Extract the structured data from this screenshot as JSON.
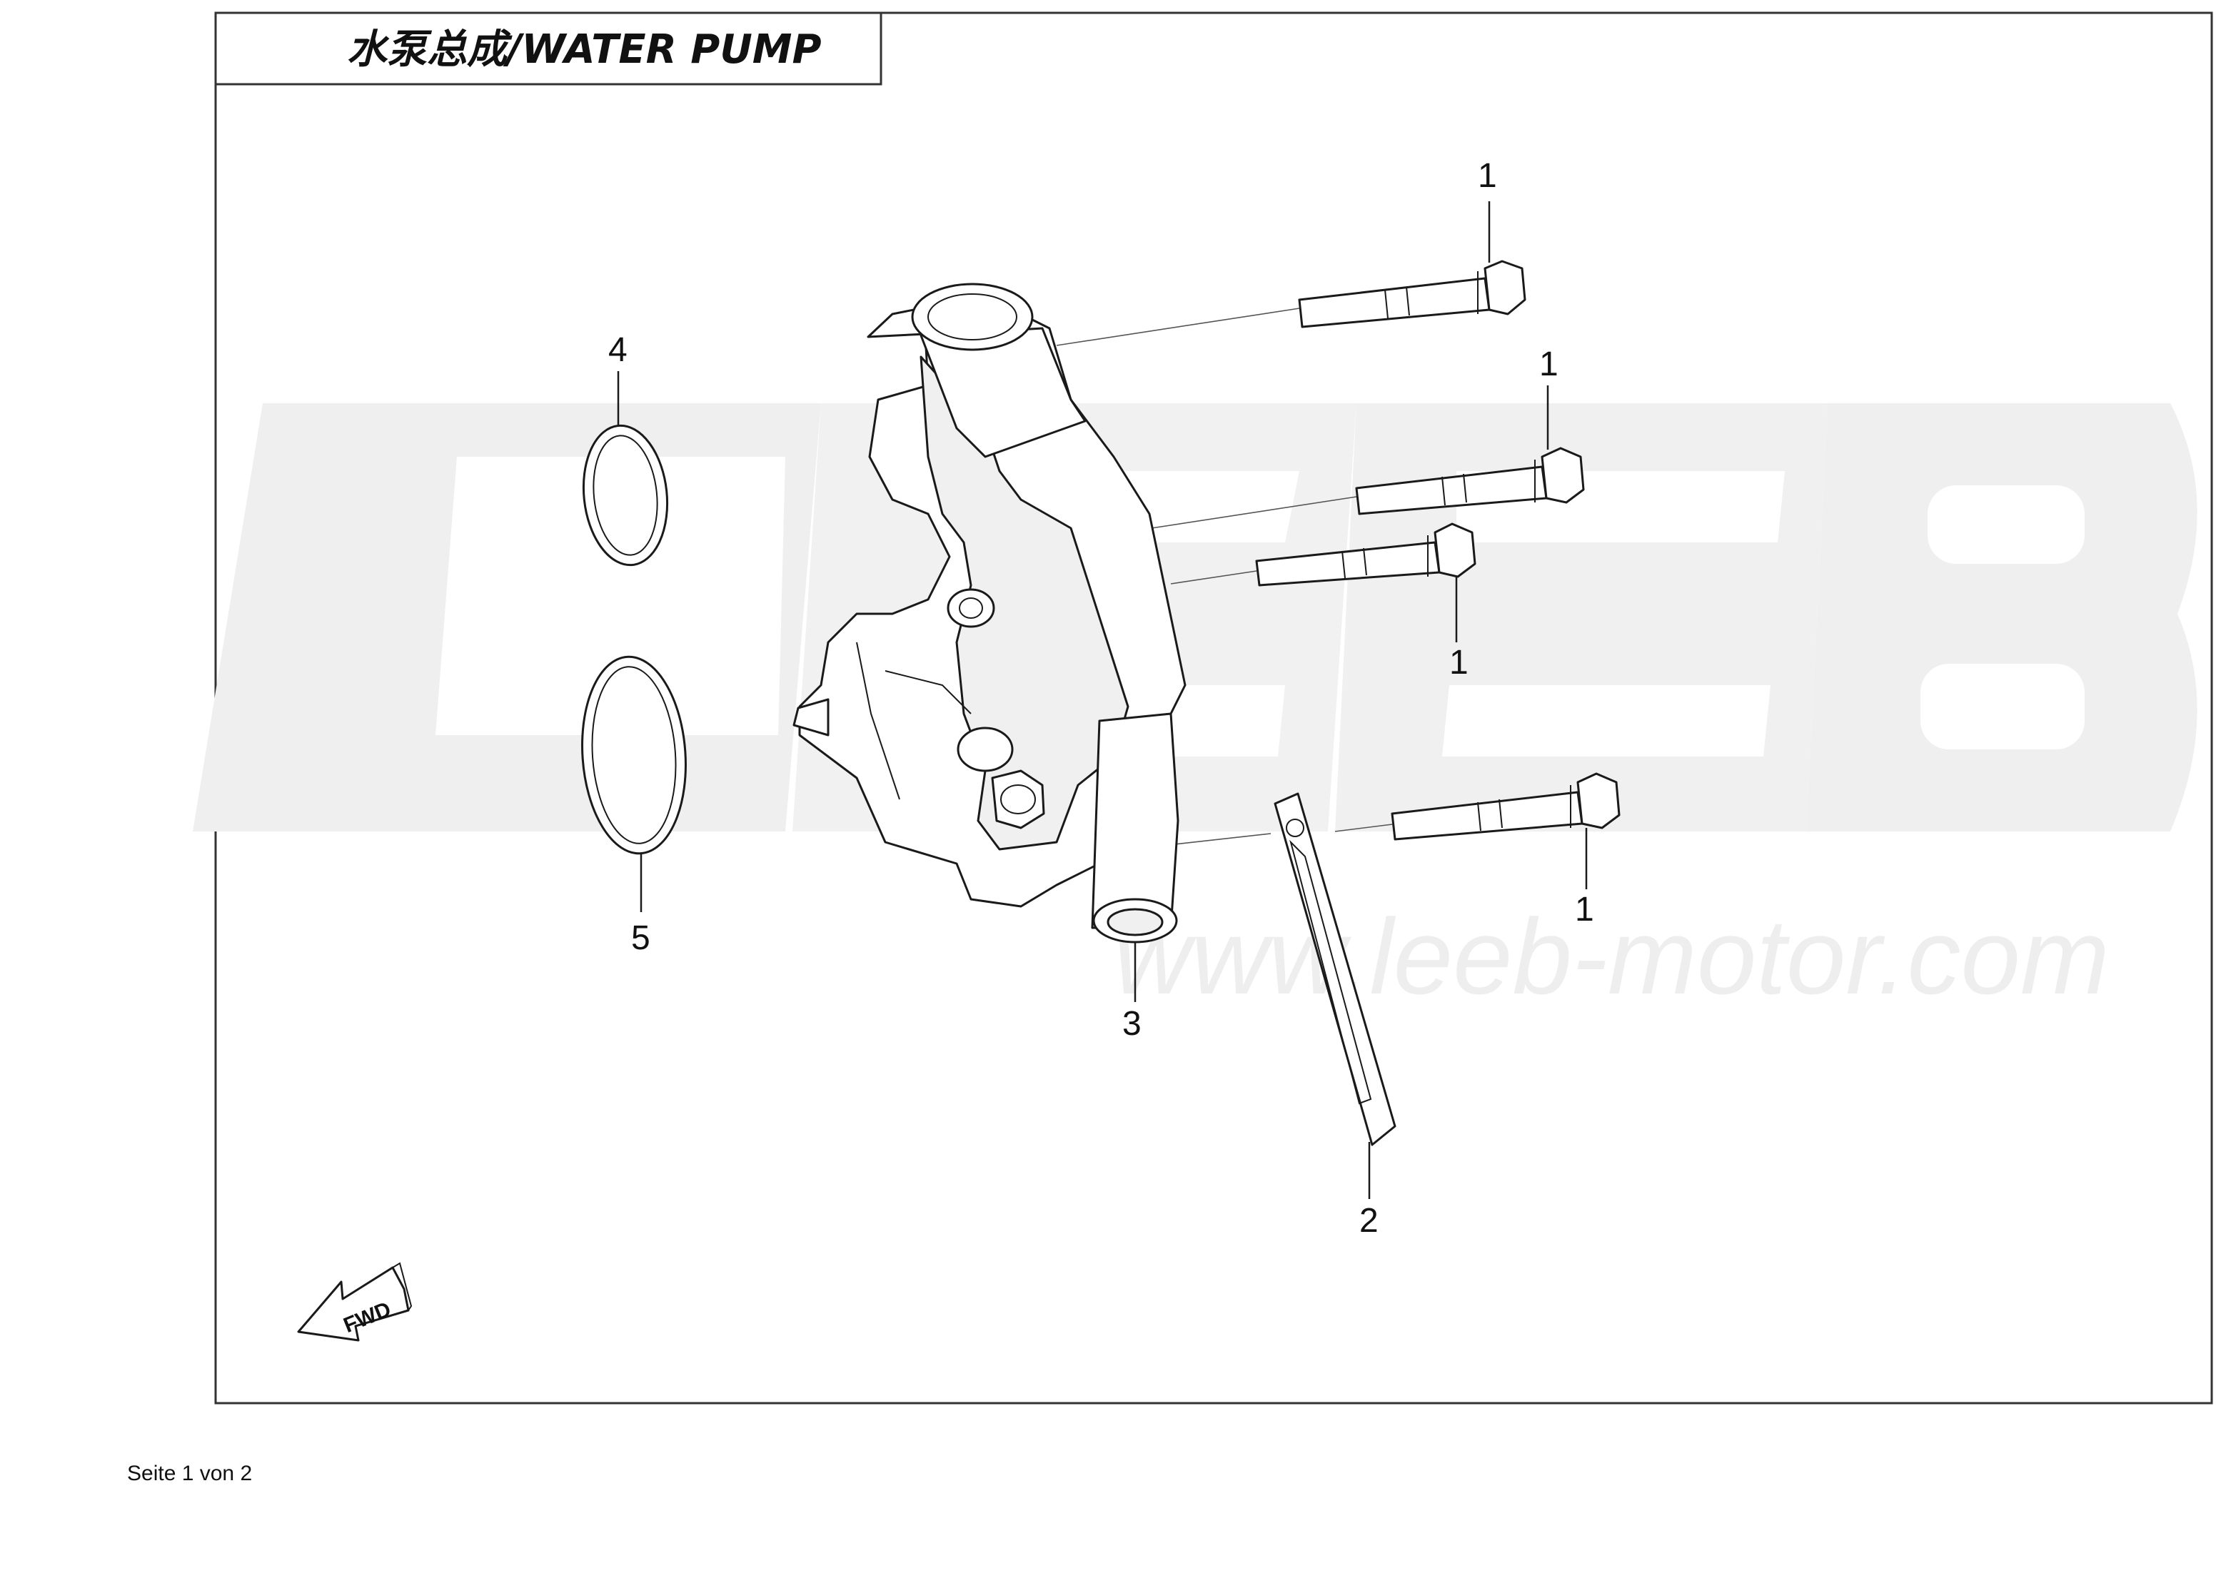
{
  "title": "水泵总成/WATER PUMP",
  "watermark": {
    "brand": "LEEB",
    "url": "www.leeb-motor.com",
    "color": "#e6e6e6"
  },
  "callouts": [
    {
      "id": "bolt-top",
      "label": "1"
    },
    {
      "id": "bolt-second",
      "label": "1"
    },
    {
      "id": "bolt-third",
      "label": "1"
    },
    {
      "id": "bolt-bottom",
      "label": "1"
    },
    {
      "id": "plate",
      "label": "2"
    },
    {
      "id": "pump-housing",
      "label": "3"
    },
    {
      "id": "o-ring-small",
      "label": "4"
    },
    {
      "id": "o-ring-large",
      "label": "5"
    }
  ],
  "direction_arrow": {
    "label": "FWD",
    "icon": "fwd-arrow-icon"
  },
  "footer": {
    "page": "Seite 1 von 2"
  },
  "colors": {
    "line": "#1a1a1a",
    "border": "#333333",
    "background": "#ffffff"
  }
}
